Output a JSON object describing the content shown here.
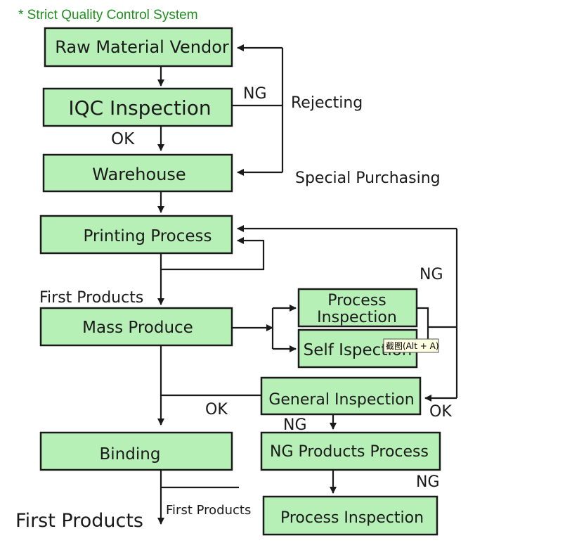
{
  "title": "* Strict Quality Control System",
  "boxes": {
    "raw_material_vendor": "Raw Material Vendor",
    "iqc_inspection": "IQC Inspection",
    "warehouse": "Warehouse",
    "printing_process": "Printing Process",
    "mass_produce": "Mass Produce",
    "process_inspection_1": "Process",
    "process_inspection_2": "Inspection",
    "self_inspection": "Self Ispection",
    "general_inspection": "General Inspection",
    "binding": "Binding",
    "ng_products_process": "NG Products Process",
    "process_inspection_bottom": "Process Inspection"
  },
  "labels": {
    "ng_iqc": "NG",
    "rejecting": "Rejecting",
    "ok_iqc": "OK",
    "special_purchasing": "Special Purchasing",
    "ng_right": "NG",
    "first_products_1": "First Products",
    "ok_general": "OK",
    "ok_right": "OK",
    "ng_general": "NG",
    "ng_bottom": "NG",
    "first_products_2": "First Products",
    "first_products_3": "First Products"
  },
  "tooltip": "截图(Alt + A)"
}
